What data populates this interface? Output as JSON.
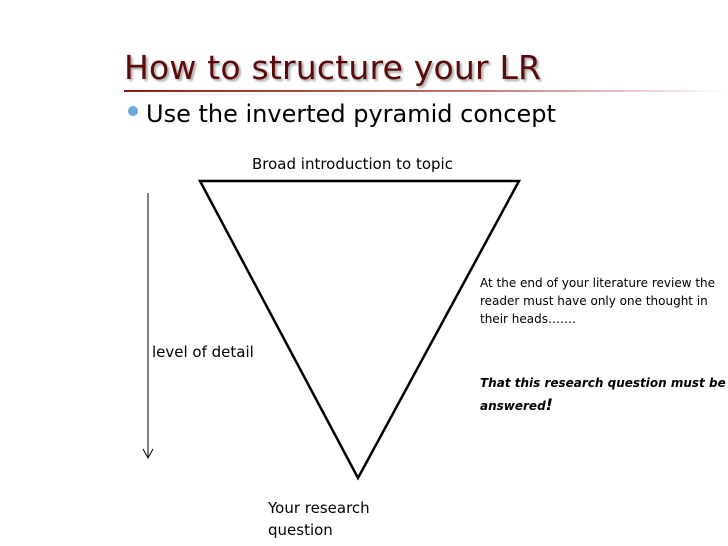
{
  "slide": {
    "title": "How to structure your LR",
    "bullet": "Use the inverted pyramid concept"
  },
  "diagram": {
    "top_label": "Broad introduction to topic",
    "axis_label": "level of detail",
    "bottom_label": "Your research question",
    "note": "At the end of your literature review the reader must have only one thought in their heads…….",
    "emphasis": "That this research question must be answered",
    "emphasis_mark": "!"
  },
  "colors": {
    "title": "#5a0a0a",
    "bullet": "#6fa7d8"
  }
}
